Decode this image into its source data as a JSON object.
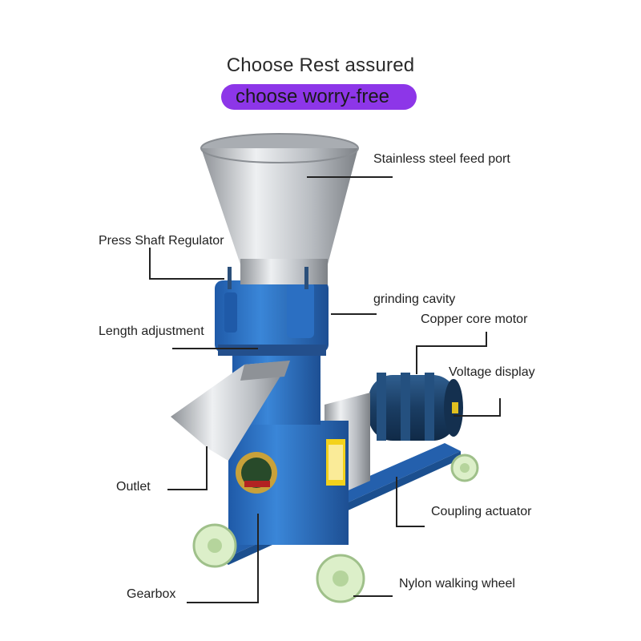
{
  "header": {
    "title": "Choose Rest assured",
    "badge": "choose worry-free",
    "badge_color": "#8d36e8"
  },
  "machine": {
    "body_color": "#2f72c6",
    "steel_color": "#c9ccd0",
    "wheel_color": "#dff0cc"
  },
  "labels": {
    "feed_port": "Stainless steel feed port",
    "press_shaft": "Press Shaft Regulator",
    "grinding_cavity": "grinding cavity",
    "copper_motor": "Copper core motor",
    "length_adjustment": "Length adjustment",
    "voltage_display": "Voltage display",
    "outlet": "Outlet",
    "coupling": "Coupling actuator",
    "gearbox": "Gearbox",
    "wheel": "Nylon walking wheel"
  }
}
